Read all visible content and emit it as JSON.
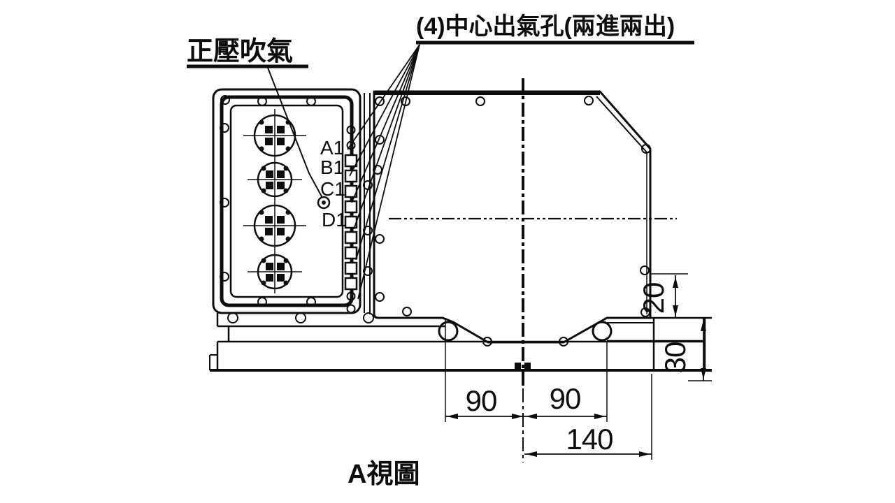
{
  "view": {
    "title": "A視圖"
  },
  "annotations": {
    "top_callout": "(4)中心出氣孔(兩進兩出)",
    "left_callout": "正壓吹氣",
    "hole_labels": [
      "A1",
      "B1",
      "C1",
      "D1"
    ]
  },
  "dimensions": {
    "width_left": "90",
    "width_right": "90",
    "width_total": "140",
    "height_step": "20",
    "height_flange": "30"
  },
  "colors": {
    "ink": "#0d0d0d",
    "background": "#ffffff"
  }
}
